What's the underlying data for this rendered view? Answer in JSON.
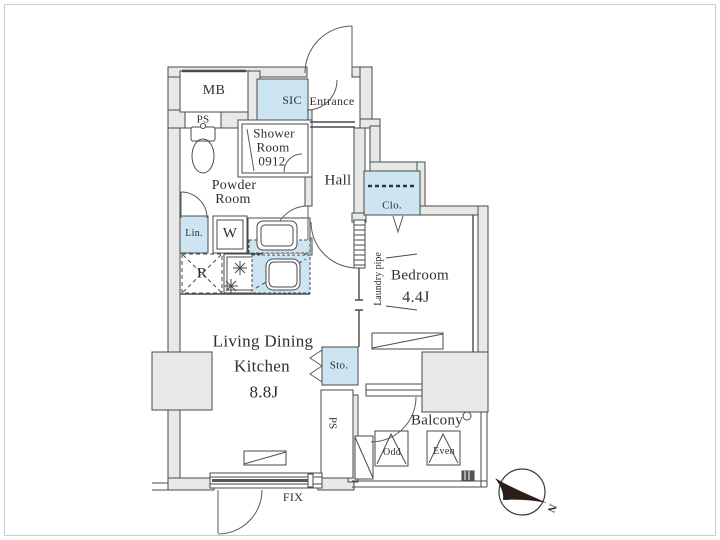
{
  "plan": {
    "type": "apartment-floor-plan",
    "labels": {
      "mb": "MB",
      "ps_top": "PS",
      "sic": "SIC",
      "entrance": "Entrance",
      "shower_room": [
        "Shower",
        "Room",
        "0912"
      ],
      "powder_room": [
        "Powder",
        "Room"
      ],
      "hall": "Hall",
      "linen": "Lin.",
      "washer": "W",
      "fridge": "R",
      "closet": "Clo.",
      "laundry_pipe": "Laundry pipe",
      "bedroom_name": "Bedroom",
      "bedroom_size": "4.4J",
      "ldk_line1": "Living Dining",
      "ldk_line2": "Kitchen",
      "ldk_size": "8.8J",
      "storage": "Sto.",
      "ps_bottom": "PS",
      "balcony": "Balcony",
      "balcony_odd": "Odd",
      "balcony_even": "Even",
      "fix_window": "FIX",
      "compass_north": "N"
    },
    "colors": {
      "closet_blue": "#cde4f3",
      "wall_fill": "#e7e9e9",
      "line": "#4a4a4a",
      "text": "#2f2f2f"
    }
  }
}
